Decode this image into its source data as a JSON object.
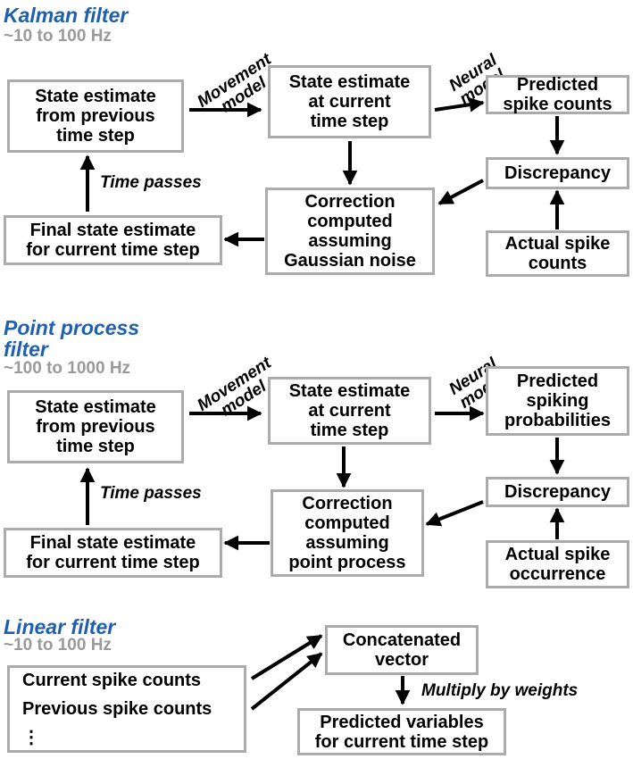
{
  "sections": {
    "kalman": {
      "title": "Kalman filter",
      "freq": "~10 to 100 Hz",
      "movement_label": "Movement\nmodel",
      "neural_label": "Neural\nmodel",
      "time_label": "Time passes",
      "boxes": {
        "prev": "State estimate\nfrom previous\ntime step",
        "curr": "State estimate\nat current\ntime step",
        "pred": "Predicted\nspike counts",
        "disc": "Discrepancy",
        "corr": "Correction\ncomputed\nassuming\nGaussian noise",
        "final": "Final state estimate\nfor current time step",
        "actual": "Actual spike\ncounts"
      }
    },
    "point": {
      "title": "Point process\nfilter",
      "freq": "~100 to 1000 Hz",
      "movement_label": "Movement\nmodel",
      "neural_label": "Neural\nmodel",
      "time_label": "Time passes",
      "boxes": {
        "prev": "State estimate\nfrom previous\ntime step",
        "curr": "State estimate\nat current\ntime step",
        "pred": "Predicted\nspiking\nprobabilities",
        "disc": "Discrepancy",
        "corr": "Correction\ncomputed\nassuming\npoint process",
        "final": "Final state estimate\nfor current time step",
        "actual": "Actual spike\noccurrence"
      }
    },
    "linear": {
      "title": "Linear filter",
      "freq": "~10 to 100 Hz",
      "weights_label": "Multiply by weights",
      "boxes": {
        "inputs": "Current spike counts\n\nPrevious spike counts\n\n⋮",
        "concat": "Concatenated\nvector",
        "pred": "Predicted variables\nfor current time step"
      }
    }
  }
}
